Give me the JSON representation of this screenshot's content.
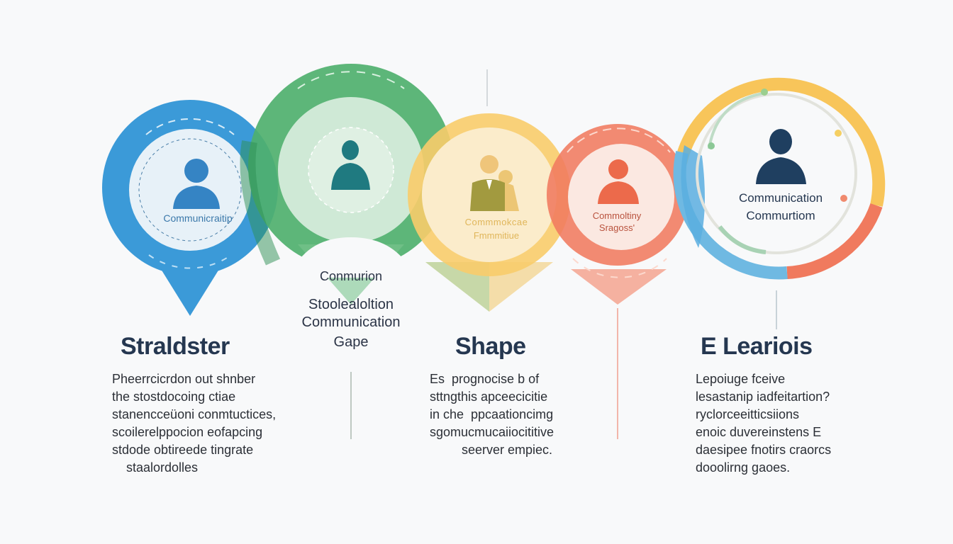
{
  "colors": {
    "background": "#f8f9fa",
    "blue": "#3b9ad8",
    "green": "#4fb06e",
    "yellow": "#f7c55a",
    "coral": "#f07a5e",
    "navy": "#253750",
    "teal": "#1f7a80"
  },
  "nodes": [
    {
      "id": "blue",
      "icon": "person-icon",
      "inner_label": "Communicraitip"
    },
    {
      "id": "green",
      "icon": "person-icon",
      "inner_label": ""
    },
    {
      "id": "yellow",
      "icon": "two-people-icon",
      "inner_label_line1": "Commmokcae",
      "inner_label_line2": "Fmmmitiue"
    },
    {
      "id": "coral",
      "icon": "person-icon",
      "inner_label_line1": "Commoltiny",
      "inner_label_line2": "Sragoss'"
    },
    {
      "id": "ring",
      "icon": "person-icon",
      "inner_label_line1": "Communication",
      "inner_label_line2": "Commurtiom"
    }
  ],
  "middle_caption": {
    "line1": "Conmurion",
    "line2": "Stoolealoltion",
    "line3": "Communication",
    "line4": "Gape"
  },
  "columns": [
    {
      "title": "Straldster",
      "body": "Pheerrcicrdon out shnber\nthe stostdocoing ctiae\nstanencceüoni conmtuctices,\nscoilerelppocion eofapcing\nstdode obtireede tingrate\n    staalordolles"
    },
    {
      "title": "Shape",
      "body": "Es  prognocise b of\nsttngthis apceecicitie\nin che  ppcaationcimg\nsgomucmucaiiocititive\n         seerver empiec."
    },
    {
      "title": "E Leariois",
      "body": "Lepoiuge fceive\nlesastanip iadfeitartion?\nryclorceeitticsiions\nenoic duvereinstens E\ndaesipee fnotirs craorcs\ndooolirng gaoes."
    }
  ]
}
